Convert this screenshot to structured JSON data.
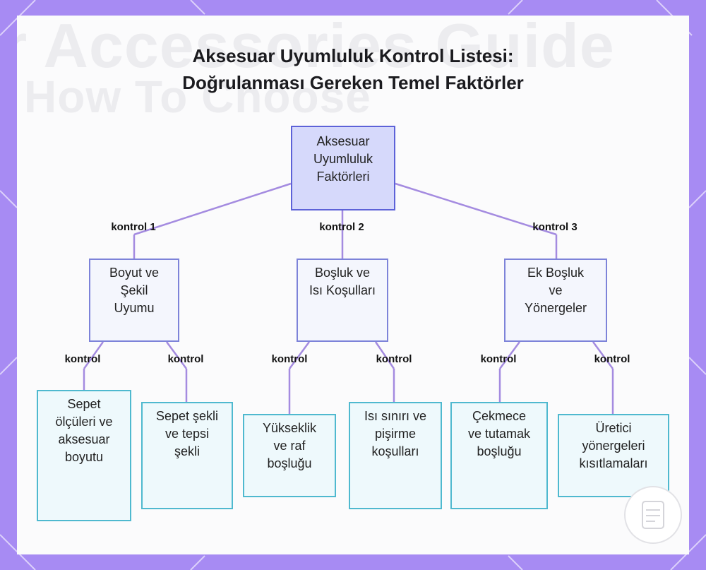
{
  "title": {
    "line1": "Aksesuar Uyumluluk Kontrol Listesi:",
    "line2": "Doğrulanması Gereken Temel Faktörler"
  },
  "background_text": {
    "line1": "r Accessories Guide",
    "line2": "How To Choose"
  },
  "diagram": {
    "root": "Aksesuar Uyumluluk Faktörleri",
    "branches": [
      {
        "edge_label": "kontrol 1",
        "label": "Boyut ve Şekil Uyumu",
        "children": [
          {
            "edge_label": "kontrol",
            "label": "Sepet ölçüleri ve aksesuar boyutu"
          },
          {
            "edge_label": "kontrol",
            "label": "Sepet şekli ve tepsi şekli"
          }
        ]
      },
      {
        "edge_label": "kontrol 2",
        "label": "Boşluk ve Isı Koşulları",
        "children": [
          {
            "edge_label": "kontrol",
            "label": "Yükseklik ve raf boşluğu"
          },
          {
            "edge_label": "kontrol",
            "label": "Isı sınırı ve pişirme koşulları"
          }
        ]
      },
      {
        "edge_label": "kontrol 3",
        "label": "Ek Boşluk ve Yönergeler",
        "children": [
          {
            "edge_label": "kontrol",
            "label": "Çekmece ve tutamak boşluğu"
          },
          {
            "edge_label": "kontrol",
            "label": "Üretici yönergeleri kısıtlamaları"
          }
        ]
      }
    ]
  },
  "colors": {
    "root_fill": "#d6d9fb",
    "mid_fill": "#f4f6fd",
    "leaf_border": "#4fb9cf",
    "edge_color": "#a48be0",
    "frame": "#a78bf3"
  },
  "icons": {
    "corner_logo": "document-logo-icon"
  }
}
